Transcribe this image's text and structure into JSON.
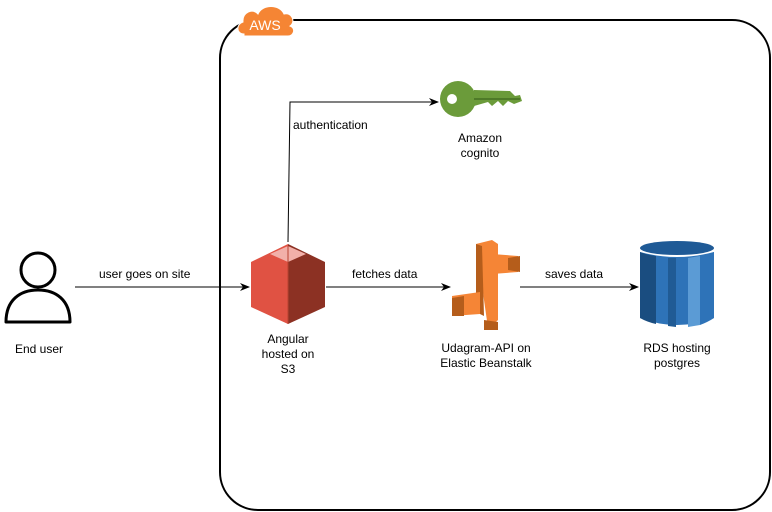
{
  "group": {
    "badge": "AWS"
  },
  "nodes": {
    "end_user": {
      "label": "End user"
    },
    "s3": {
      "label_lines": [
        "Angular",
        "hosted on",
        "S3"
      ]
    },
    "cognito": {
      "label_lines": [
        "Amazon",
        "cognito"
      ]
    },
    "beanstalk": {
      "label_lines": [
        "Udagram-API on",
        "Elastic Beanstalk"
      ]
    },
    "rds": {
      "label_lines": [
        "RDS hosting",
        "postgres"
      ]
    }
  },
  "edges": {
    "user_to_s3": "user goes on site",
    "s3_to_cognito": "authentication",
    "s3_to_beanstalk": "fetches data",
    "beanstalk_to_rds": "saves data"
  },
  "colors": {
    "s3": "#e05243",
    "cognito": "#6b9b3a",
    "beanstalk": "#f58536",
    "rds": "#2e73b8",
    "aws_badge": "#f58534"
  }
}
